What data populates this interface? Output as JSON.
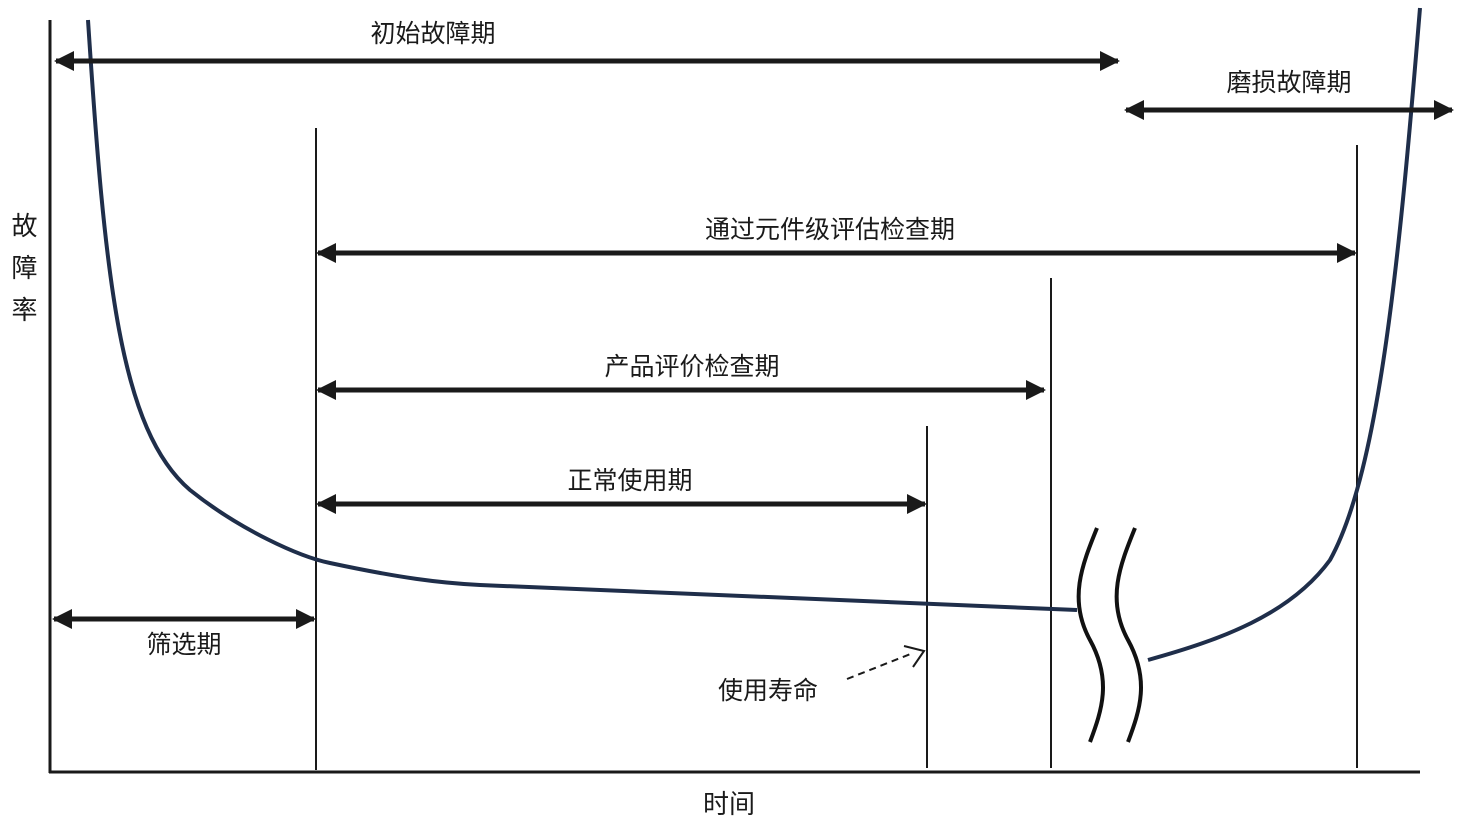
{
  "diagram": {
    "y_axis_label": "故障率",
    "x_axis_label": "时间",
    "periods": {
      "initial_failure": "初始故障期",
      "wearout_failure": "磨损故障期",
      "component_eval": "通过元件级评估检查期",
      "product_eval": "产品评价检查期",
      "normal_use": "正常使用期",
      "screening": "筛选期"
    },
    "service_life": "使用寿命",
    "colors": {
      "curve": "#1f2e4a",
      "lines": "#1a1a1a",
      "background": "#ffffff"
    }
  }
}
